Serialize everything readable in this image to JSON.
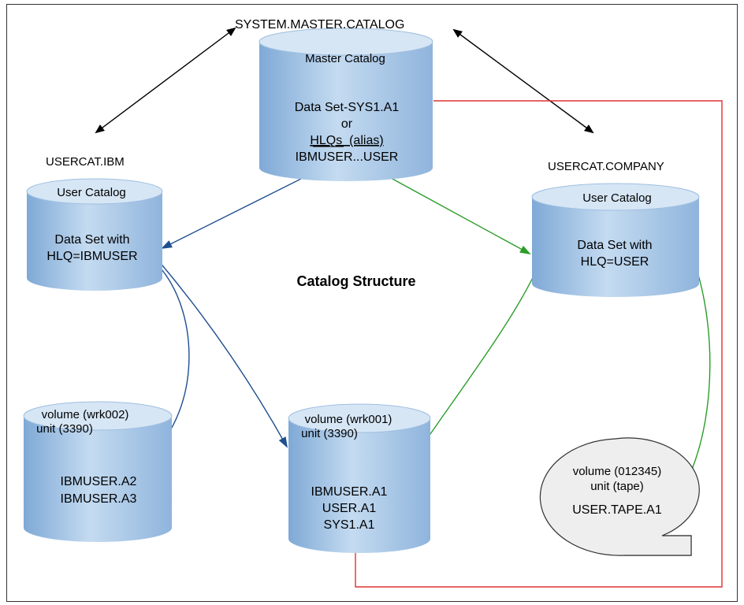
{
  "diagram": {
    "title": "Catalog Structure",
    "master": {
      "name": "SYSTEM.MASTER.CATALOG",
      "header": "Master Catalog",
      "lines": [
        "Data Set-SYS1.A1",
        "or",
        "HLQs  (alias)",
        "IBMUSER...USER"
      ]
    },
    "usercat_ibm": {
      "name": "USERCAT.IBM",
      "header": "User Catalog",
      "lines": [
        "Data Set with",
        "HLQ=IBMUSER"
      ]
    },
    "usercat_company": {
      "name": "USERCAT.COMPANY",
      "header": "User Catalog",
      "lines": [
        "Data Set with",
        "HLQ=USER"
      ]
    },
    "volume_wrk002": {
      "header": [
        "volume (wrk002)",
        "unit (3390)"
      ],
      "lines": [
        "IBMUSER.A2",
        "IBMUSER.A3"
      ]
    },
    "volume_wrk001": {
      "header": [
        "volume (wrk001)",
        "unit (3390)"
      ],
      "lines": [
        "IBMUSER.A1",
        "USER.A1",
        "SYS1.A1"
      ]
    },
    "volume_tape": {
      "header": [
        "volume (012345)",
        "unit (tape)"
      ],
      "lines": [
        "USER.TAPE.A1"
      ]
    },
    "colors": {
      "cylinder_body": "#a9c6e6",
      "cylinder_top": "#d8e7f6",
      "tape_fill": "#ececec",
      "blue_arrow": "#1f4f8f",
      "green_arrow": "#2a9d2a",
      "red_line": "#e03030"
    }
  }
}
